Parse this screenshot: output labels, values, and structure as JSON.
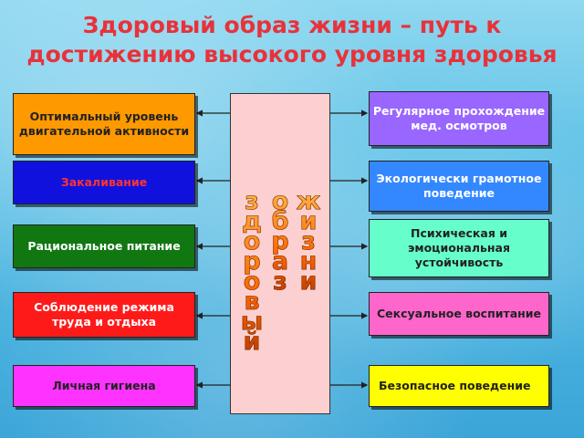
{
  "title": "Здоровый образ жизни – путь к достижению высокого уровня здоровья",
  "center_words": [
    "здоровый",
    "образ",
    "жизни"
  ],
  "left_boxes": [
    {
      "label": "Оптимальный уровень двигательной активности",
      "color": "#ff9900"
    },
    {
      "label": "Закаливание",
      "color": "#1111dd"
    },
    {
      "label": "Рациональное питание",
      "color": "#117711"
    },
    {
      "label": "Соблюдение режима труда и отдыха",
      "color": "#ff1a1a"
    },
    {
      "label": "Личная гигиена",
      "color": "#ff33ff"
    }
  ],
  "right_boxes": [
    {
      "label": "Регулярное прохождение мед. осмотров",
      "color": "#9966ff"
    },
    {
      "label": "Экологически грамотное поведение",
      "color": "#3388ff"
    },
    {
      "label": "Психическая и эмоциональная устойчивость",
      "color": "#66ffcc"
    },
    {
      "label": "Сексуальное воспитание",
      "color": "#ff66cc"
    },
    {
      "label": "Безопасное поведение",
      "color": "#ffff00"
    }
  ]
}
